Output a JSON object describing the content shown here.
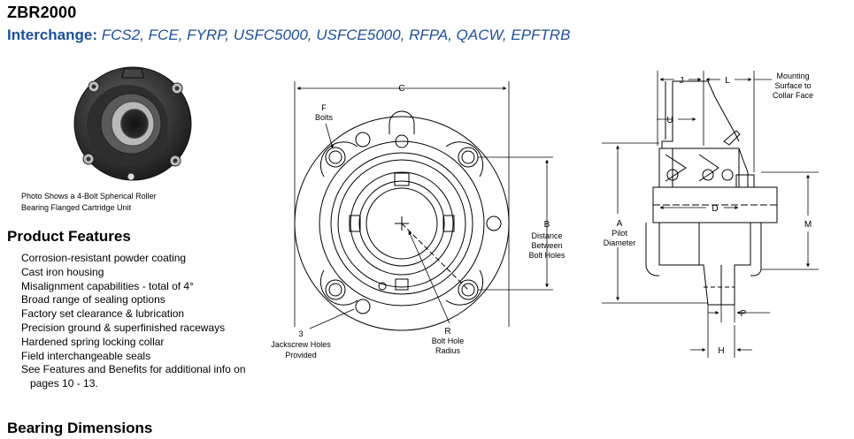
{
  "product": {
    "title": "ZBR2000",
    "interchange_label": "Interchange:",
    "interchange_values": "FCS2, FCE, FYRP, USFC5000, USFCE5000, RFPA, QACW, EPFTRB"
  },
  "photo": {
    "caption_line1": "Photo Shows a 4-Bolt Spherical Roller",
    "caption_line2": "Bearing Flanged Cartridge Unit"
  },
  "features": {
    "heading": "Product Features",
    "items": [
      "Corrosion-resistant powder coating",
      "Cast iron housing",
      "Misalignment capabilities - total of 4°",
      "Broad range of sealing options",
      "Factory set clearance & lubrication",
      "Precision ground & superfinished raceways",
      "Hardened spring locking collar",
      "Field interchangeable seals",
      "See Features and Benefits for additional info on",
      "pages 10 - 13."
    ]
  },
  "dimensions_heading": "Bearing Dimensions",
  "front_view": {
    "c": "C",
    "f": "F",
    "bolts": "Bolts",
    "b": "B",
    "b_line1": "Distance",
    "b_line2": "Between",
    "b_line3": "Bolt Holes",
    "jack_num": "3",
    "jack_line1": "Jackscrew Holes",
    "jack_line2": "Provided",
    "r": "R",
    "r_line1": "Bolt Hole",
    "r_line2": "Radius"
  },
  "side_view": {
    "j": "J",
    "l": "L",
    "u": "U",
    "mount_line1": "Mounting",
    "mount_line2": "Surface to",
    "mount_line3": "Collar Face",
    "d": "D",
    "a": "A",
    "a_line1": "Pilot",
    "a_line2": "Diameter",
    "m": "M",
    "p": "P",
    "h": "H"
  }
}
